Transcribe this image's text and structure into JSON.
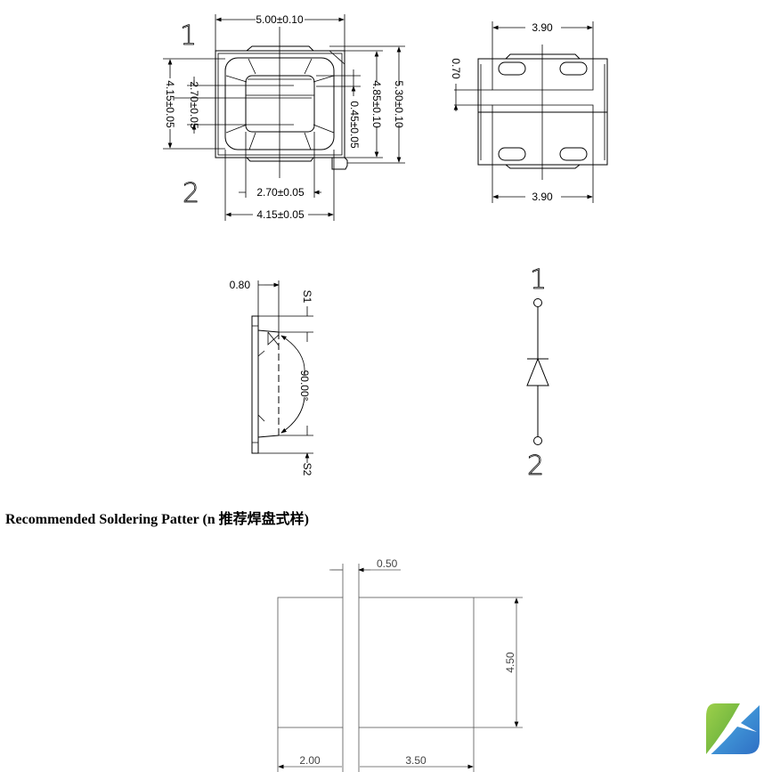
{
  "top_view": {
    "pin1_label": "1",
    "pin2_label": "2",
    "dim_width": "5.00±0.10",
    "dim_height_outer": "5.30±0.10",
    "dim_height_body": "4.85±0.10",
    "dim_gap": "0.45±0.05",
    "dim_left_outer": "4.15±0.05",
    "dim_left_inner": "2.70±0.05",
    "dim_bottom_inner": "2.70±0.05",
    "dim_bottom_outer": "4.15±0.05"
  },
  "bottom_view": {
    "dim_top": "3.90",
    "dim_bottom": "3.90",
    "dim_gap": "0.70"
  },
  "side_view": {
    "dim_height": "0.80",
    "label_s1": "S1",
    "label_s2": "S2",
    "angle": "90.00°"
  },
  "schematic": {
    "pin1_label": "1",
    "pin2_label": "2"
  },
  "heading": "Recommended Soldering Patter (n 推荐焊盘式样)",
  "solder_pattern": {
    "dim_gap": "0.50",
    "dim_height": "4.50",
    "dim_left_width": "2.00",
    "dim_right_width": "3.50"
  },
  "logo": {
    "colors": [
      "#8cc63f",
      "#3a8fd6"
    ]
  }
}
